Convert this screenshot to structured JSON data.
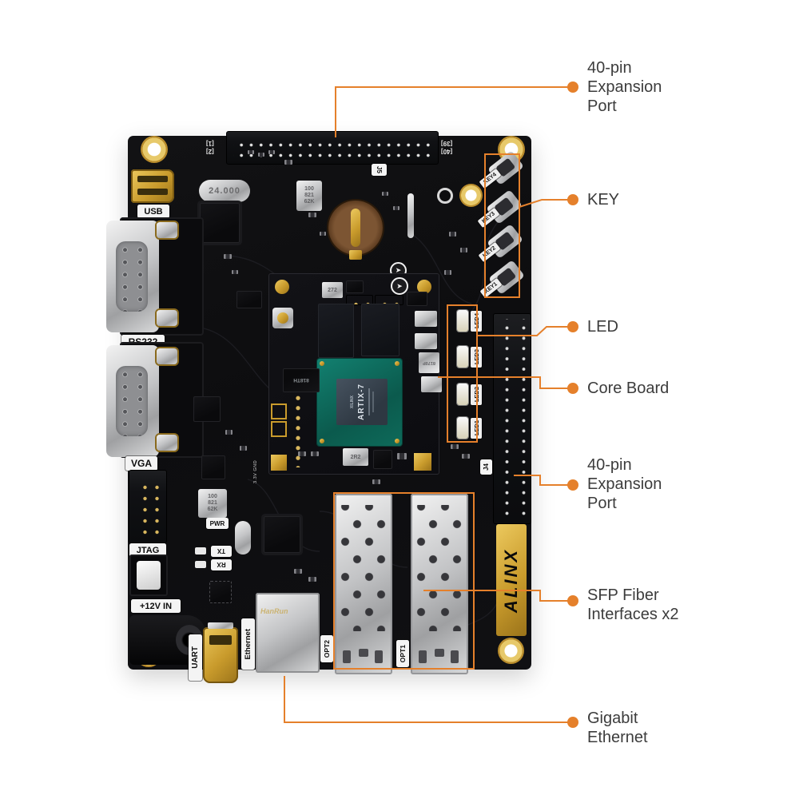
{
  "callouts": [
    {
      "lines": [
        "40-pin",
        "Expansion",
        "Port"
      ]
    },
    {
      "lines": [
        "KEY"
      ]
    },
    {
      "lines": [
        "LED"
      ]
    },
    {
      "lines": [
        "Core Board"
      ]
    },
    {
      "lines": [
        "40-pin",
        "Expansion",
        "Port"
      ]
    },
    {
      "lines": [
        "SFP Fiber",
        "Interfaces x2"
      ]
    },
    {
      "lines": [
        "Gigabit",
        "Ethernet"
      ]
    }
  ],
  "colors": {
    "accent": "#E5802B",
    "label_text": "#3C3C3C",
    "pcb": "#0E0E10",
    "gold": "#D2A23C",
    "fpga_substrate": "#0F7362"
  },
  "board": {
    "labels": {
      "usb": "USB",
      "rs232": "RS232",
      "vga": "VGA",
      "jtag": "JTAG",
      "power_in": "+12V IN",
      "uart": "UART",
      "ethernet": "Ethernet",
      "opt1": "OPT1",
      "opt2": "OPT2",
      "pwr": "PWR",
      "tx": "TX",
      "rx": "RX",
      "j4": "J4",
      "j5": "J5",
      "pin1": "[1]",
      "pin2": "[2]",
      "pin39": "[39]",
      "pin40": "[40]",
      "silk_3v3": "3.3V GND",
      "logo": "ALINX"
    },
    "keys": [
      "KEY4",
      "KEY3",
      "KEY2",
      "KEY1"
    ],
    "leds": [
      "LED4",
      "LED3",
      "LED2",
      "LED1"
    ],
    "markings": {
      "crystal": "24.000",
      "ethernet_brand": "HanRun",
      "inductor_stack": [
        "100",
        "821",
        "62K"
      ],
      "inductor_272": "272",
      "inductor_2r2": "2R2",
      "ddr_marking": "818TH",
      "reg_marking": "8170P",
      "fpga_brand": "XILINX",
      "fpga_family": "ARTIX-7"
    }
  }
}
